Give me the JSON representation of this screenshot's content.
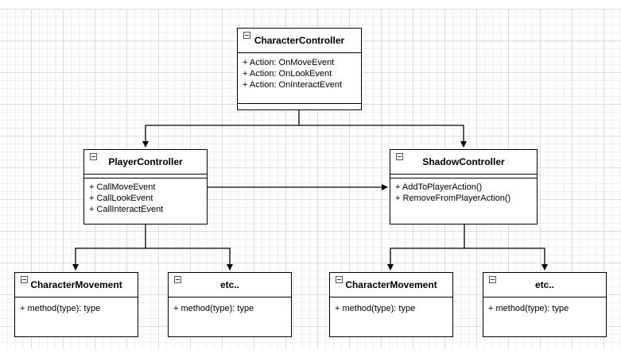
{
  "classes": {
    "character_controller": {
      "name": "CharacterController",
      "members": [
        "+ Action: OnMoveEvent",
        "+ Action: OnLookEvent",
        "+ Action: OnInteractEvent"
      ]
    },
    "player_controller": {
      "name": "PlayerController",
      "members": [
        "+ CallMoveEvent",
        "+ CallLookEvent",
        "+ CallInteractEvent"
      ]
    },
    "shadow_controller": {
      "name": "ShadowController",
      "members": [
        "+ AddToPlayerAction()",
        "+ RemoveFromPlayerAction()"
      ]
    },
    "player_movement": {
      "name": "CharacterMovement",
      "members": [
        "+ method(type): type"
      ]
    },
    "player_etc": {
      "name": "etc..",
      "members": [
        "+ method(type): type"
      ]
    },
    "shadow_movement": {
      "name": "CharacterMovement",
      "members": [
        "+ method(type): type"
      ]
    },
    "shadow_etc": {
      "name": "etc..",
      "members": [
        "+ method(type): type"
      ]
    }
  },
  "colors": {
    "line": "#000000",
    "grid": "#dcdcdc",
    "box_fill": "#ffffff"
  }
}
